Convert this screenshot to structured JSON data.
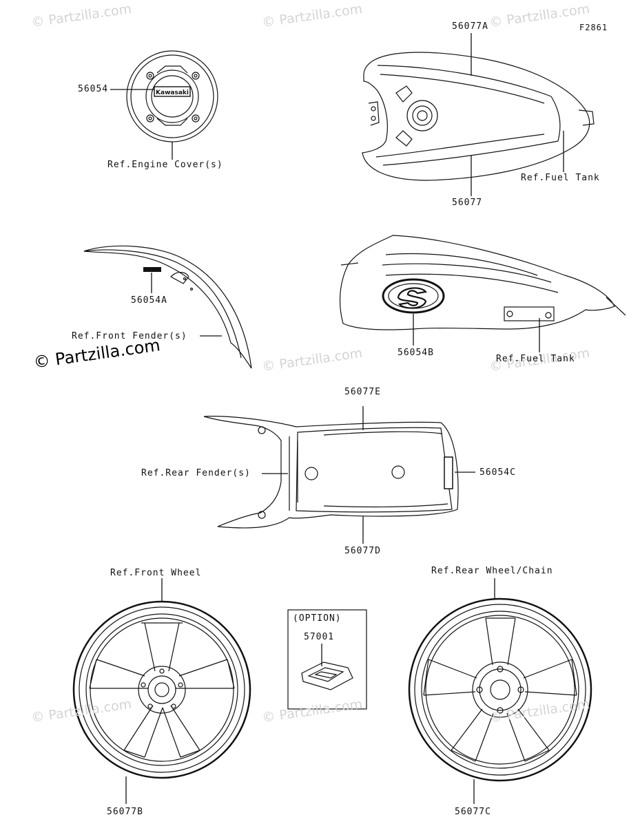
{
  "figure_code": "F2861",
  "watermark": "© Partzilla.com",
  "copyright": "© Partzilla.com",
  "option_box": {
    "title": "(OPTION)",
    "part": "57001"
  },
  "labels": {
    "p56054": "56054",
    "ref_engine_cover": "Ref.Engine Cover(s)",
    "p56077A": "56077A",
    "p56077": "56077",
    "ref_fuel_tank_top": "Ref.Fuel Tank",
    "p56054A": "56054A",
    "ref_front_fender": "Ref.Front Fender(s)",
    "p56054B": "56054B",
    "ref_fuel_tank_side": "Ref.Fuel Tank",
    "p56077E": "56077E",
    "ref_rear_fender": "Ref.Rear Fender(s)",
    "p56054C": "56054C",
    "p56077D": "56077D",
    "ref_front_wheel": "Ref.Front Wheel",
    "ref_rear_wheel": "Ref.Rear Wheel/Chain",
    "p56077B": "56077B",
    "p56077C": "56077C"
  },
  "decals": {
    "kawasaki": "Kawasaki"
  }
}
